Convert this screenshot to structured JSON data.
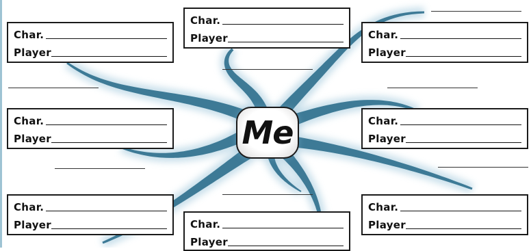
{
  "center": {
    "label": "Me"
  },
  "cards": [
    {
      "char_label": "Char.",
      "player_label": "Player"
    },
    {
      "char_label": "Char.",
      "player_label": "Player"
    },
    {
      "char_label": "Char.",
      "player_label": "Player"
    },
    {
      "char_label": "Char.",
      "player_label": "Player"
    },
    {
      "char_label": "Char.",
      "player_label": "Player"
    },
    {
      "char_label": "Char.",
      "player_label": "Player"
    },
    {
      "char_label": "Char.",
      "player_label": "Player"
    },
    {
      "char_label": "Char.",
      "player_label": "Player"
    }
  ],
  "colors": {
    "tentacle": "#3d7a96",
    "tentacle_glow": "#bcd9e6",
    "card_border": "#1a1a1a"
  }
}
